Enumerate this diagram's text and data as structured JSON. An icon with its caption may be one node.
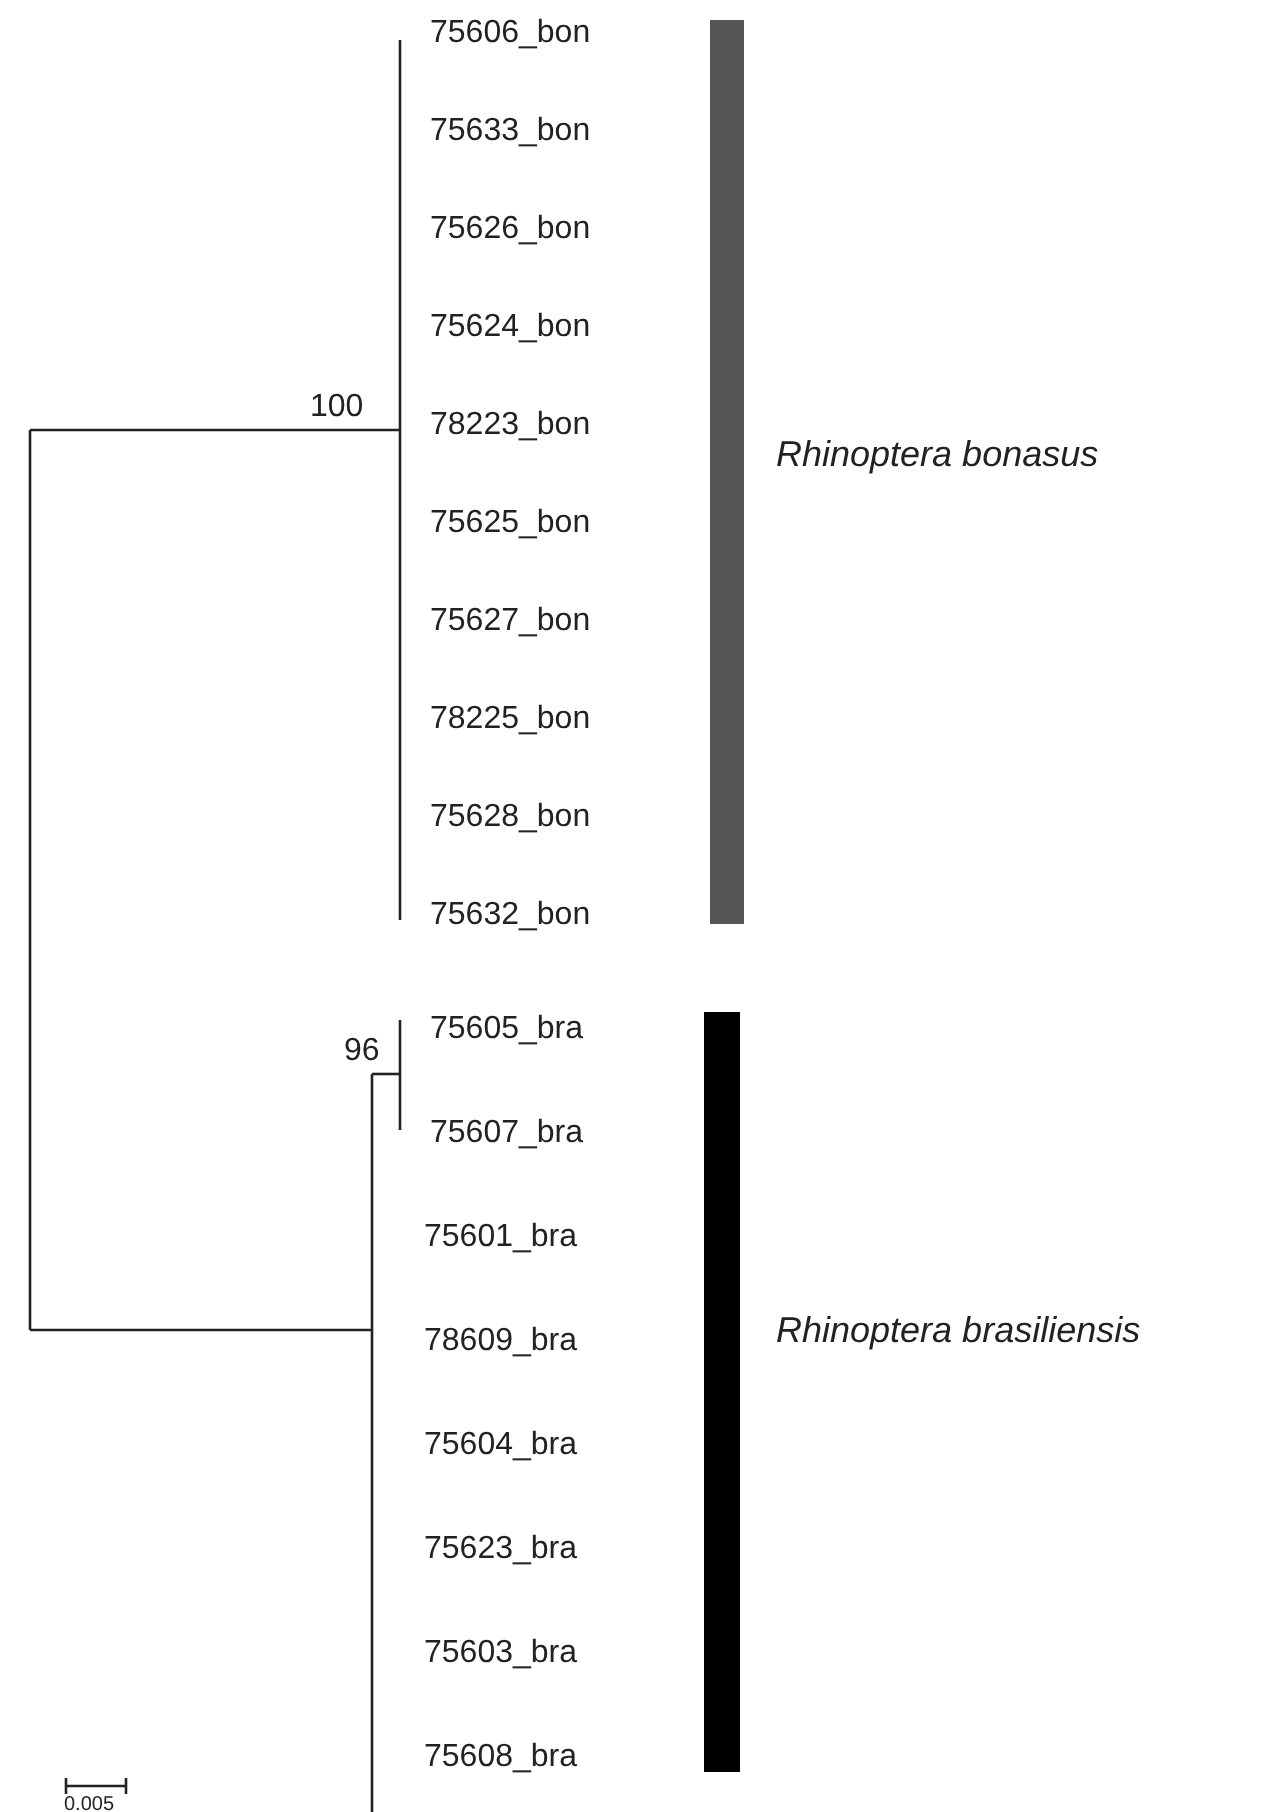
{
  "diagram": {
    "nodes": [
      {
        "text": [
          "Rhinoptera bonasus"
        ]
      },
      {
        "text": [
          "Rhinoptera brasiliensis"
        ]
      }
    ],
    "labels": [
      "75606_bon",
      "75633_bon",
      "75626_bon",
      "75624_bon",
      "78223_bon",
      "100",
      "75625_bon",
      "75627_bon",
      "78225_bon",
      "75628_bon",
      "75632_bon",
      "75605_bra",
      "96",
      "75607_bra",
      "75601_bra",
      "78609_bra",
      "75604_bra",
      "75623_bra",
      "75603_bra",
      "75608_bra",
      "0.005"
    ]
  }
}
